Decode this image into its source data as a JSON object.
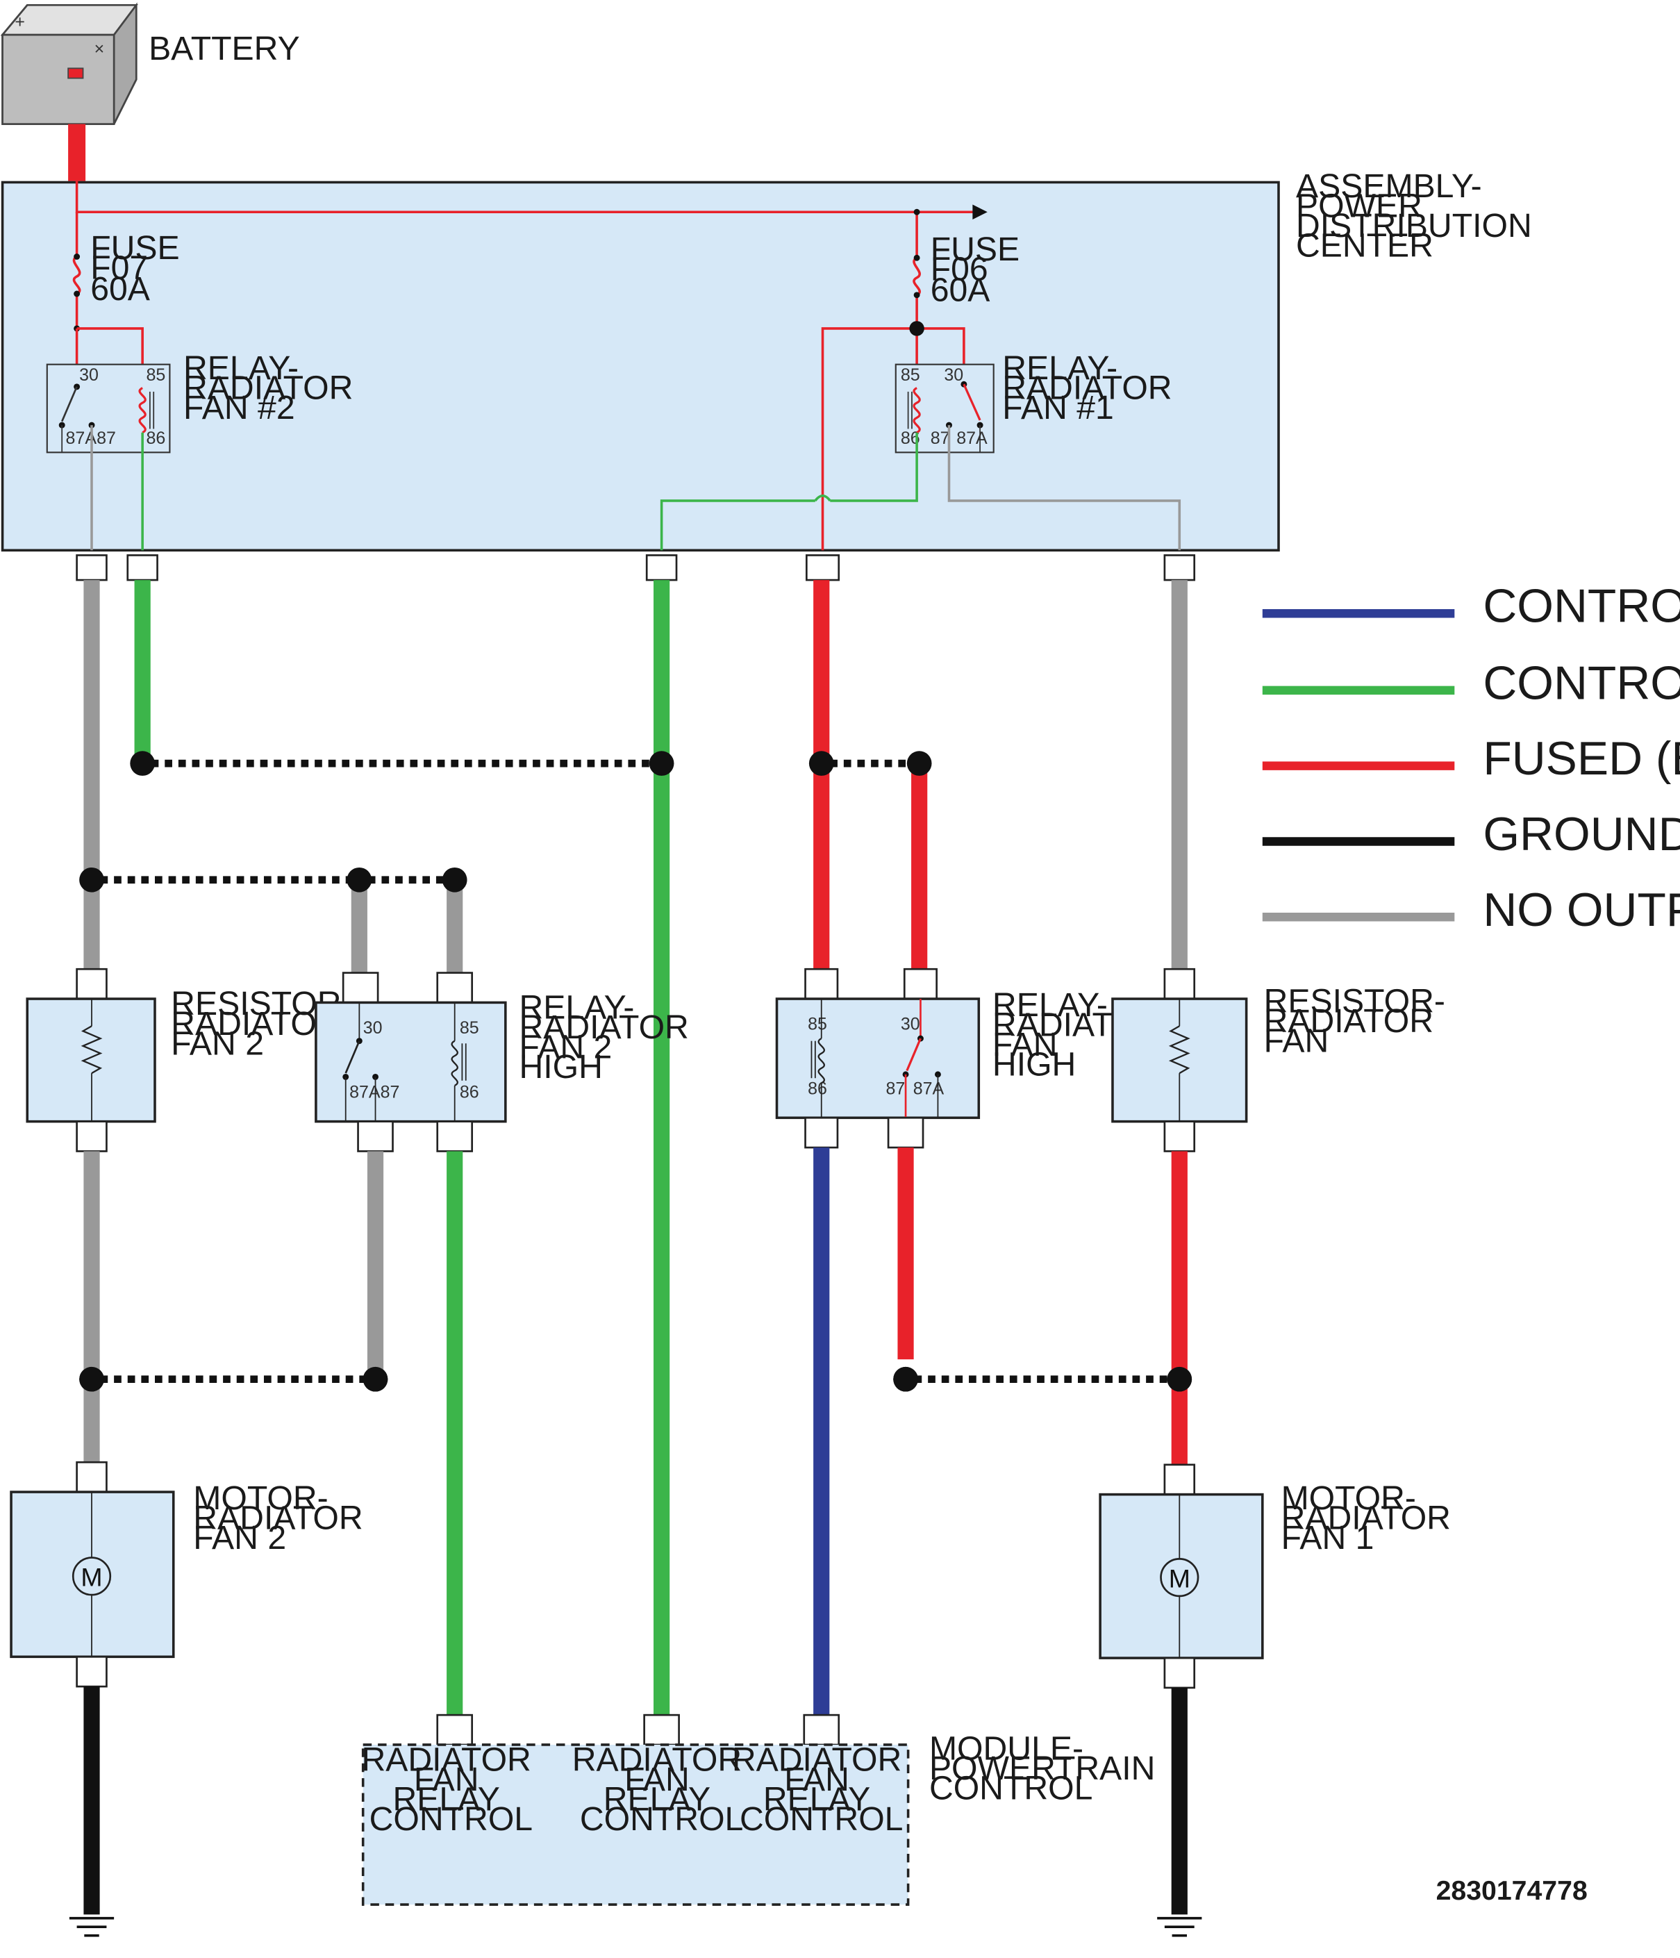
{
  "labels": {
    "battery": [
      "BATTERY"
    ],
    "pdc": [
      "ASSEMBLY-",
      "POWER",
      "DISTRIBUTION",
      "CENTER"
    ],
    "fuse_f07": [
      "FUSE",
      "F07",
      "60A"
    ],
    "fuse_f06": [
      "FUSE",
      "F06",
      "60A"
    ],
    "relay_fan2": [
      "RELAY-",
      "RADIATOR",
      "FAN #2"
    ],
    "relay_fan1": [
      "RELAY-",
      "RADIATOR",
      "FAN #1"
    ],
    "resistor_fan2": [
      "RESISTOR-",
      "RADIATOR",
      "FAN 2"
    ],
    "relay_fan2_high": [
      "RELAY-",
      "RADIATOR",
      "FAN 2",
      "HIGH"
    ],
    "relay_fan_high": [
      "RELAY-",
      "RADIATOR",
      "FAN",
      "HIGH"
    ],
    "resistor_fan": [
      "RESISTOR-",
      "RADIATOR",
      "FAN"
    ],
    "motor_fan2": [
      "MOTOR-",
      "RADIATOR",
      "FAN 2"
    ],
    "motor_fan1": [
      "MOTOR-",
      "RADIATOR",
      "FAN 1"
    ],
    "pcm": [
      "MODULE-",
      "POWERTRAIN",
      "CONTROL"
    ],
    "pcm_pin": [
      "RADIATOR",
      "FAN",
      "RELAY",
      "CONTROL"
    ],
    "motor_symbol": "M",
    "doc_id": "2830174778"
  },
  "relay_pins": {
    "p30": "30",
    "p85": "85",
    "p86": "86",
    "p87": "87",
    "p87a": "87A"
  },
  "legend": [
    {
      "label": "CONTROL ON",
      "color": "#2e3d96"
    },
    {
      "label": "CONTROL OFF",
      "color": "#3cb54a"
    },
    {
      "label": "FUSED (B+)",
      "color": "#e8222a"
    },
    {
      "label": "GROUND",
      "color": "#111111"
    },
    {
      "label": "NO OUTPUT",
      "color": "#999999"
    }
  ],
  "colors": {
    "fill": "#d6e8f7",
    "control_on": "#2e3d96",
    "control_off": "#3cb54a",
    "fused": "#e8222a",
    "ground": "#111111",
    "no_output": "#999999"
  }
}
